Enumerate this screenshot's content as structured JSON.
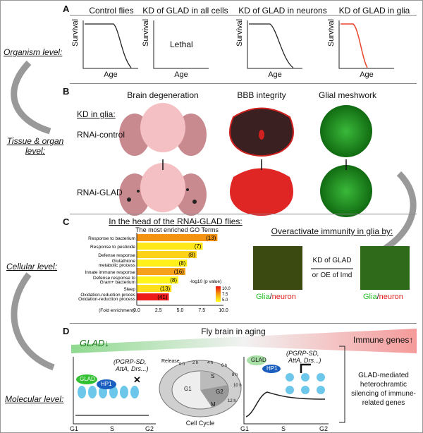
{
  "panels": {
    "a": "A",
    "b": "B",
    "c": "C",
    "d": "D"
  },
  "levels": {
    "organism": "Organism level:",
    "tissue": "Tissue & organ level:",
    "cellular": "Cellular level:",
    "molecular": "Molecular level:"
  },
  "survival": {
    "ylabel": "Survival",
    "xlabel": "Age",
    "plots": [
      {
        "title": "Control flies",
        "note": "",
        "color": "#333333"
      },
      {
        "title": "KD of GLAD in all cells",
        "note": "Lethal",
        "color": "#333333"
      },
      {
        "title": "KD of GLAD in neurons",
        "note": "",
        "color": "#333333"
      },
      {
        "title": "KD of GLAD in glia",
        "note": "",
        "color": "#e8452c"
      }
    ]
  },
  "tissue": {
    "kd_label": "KD in glia:",
    "control": "RNAi-control",
    "glad": "RNAi-GLAD",
    "cols": [
      "Brain degeneration",
      "BBB integrity",
      "Glial meshwork"
    ]
  },
  "cellular": {
    "title": "In the head of the RNAi-GLAD flies:",
    "immunity_title": "Overactivate immunity in glia by:",
    "kd_text": "KD of GLAD",
    "oe_text": "or OE of Imd",
    "glia": "Glia",
    "slash": "/",
    "neuron": "neuron",
    "glia_color": "#2bbf2b",
    "neuron_color": "#e02020"
  },
  "chart_data": {
    "type": "bar",
    "orientation": "horizontal",
    "title": "The most enriched GO Terms",
    "xlabel": "(Fold enrichment)",
    "xlim": [
      0,
      10
    ],
    "xticks": [
      "0.0",
      "2.5",
      "5.0",
      "7.5",
      "10.0"
    ],
    "categories": [
      "Response to bacterium",
      "Response to pesticide",
      "Defense response",
      "Glutathione metabolic process",
      "Innate immune response",
      "Defense response to Gram+ bacterium",
      "Sleep",
      "Oxidation-reduction process"
    ],
    "values": [
      9.3,
      7.6,
      6.9,
      5.8,
      5.6,
      4.8,
      4.0,
      3.7
    ],
    "labels": [
      "(13)",
      "(7)",
      "(8)",
      "(8)",
      "(16)",
      "(8)",
      "(13)",
      "(41)"
    ],
    "colors": [
      "#f5920f",
      "#ffe81a",
      "#ffd21a",
      "#fff01a",
      "#f7a11a",
      "#fff51a",
      "#ffe01a",
      "#ee1a1a"
    ],
    "legend": {
      "title": "-log10 (p value)",
      "ticks": [
        "10.0",
        "7.5",
        "5.0"
      ],
      "position": "right"
    }
  },
  "molecular": {
    "aging": "Fly brain in aging",
    "glad_down": "GLAD↓",
    "immune_up": "Immune genes↑",
    "glad": "GLAD",
    "hp1": "HP1",
    "genes": "(PGRP-SD,",
    "genes2": "AttA, Drs...)",
    "release": "Release",
    "g1": "G1",
    "s": "S",
    "g2": "G2",
    "m": "M",
    "cell_cycle": "Cell Cycle",
    "hours": [
      "0 h",
      "2 h",
      "4 h",
      "6 h",
      "8 h",
      "10 h",
      "12 h"
    ],
    "summary": [
      "GLAD-mediated",
      "heterochramtic",
      "silencing of immune-",
      "related genes"
    ]
  }
}
